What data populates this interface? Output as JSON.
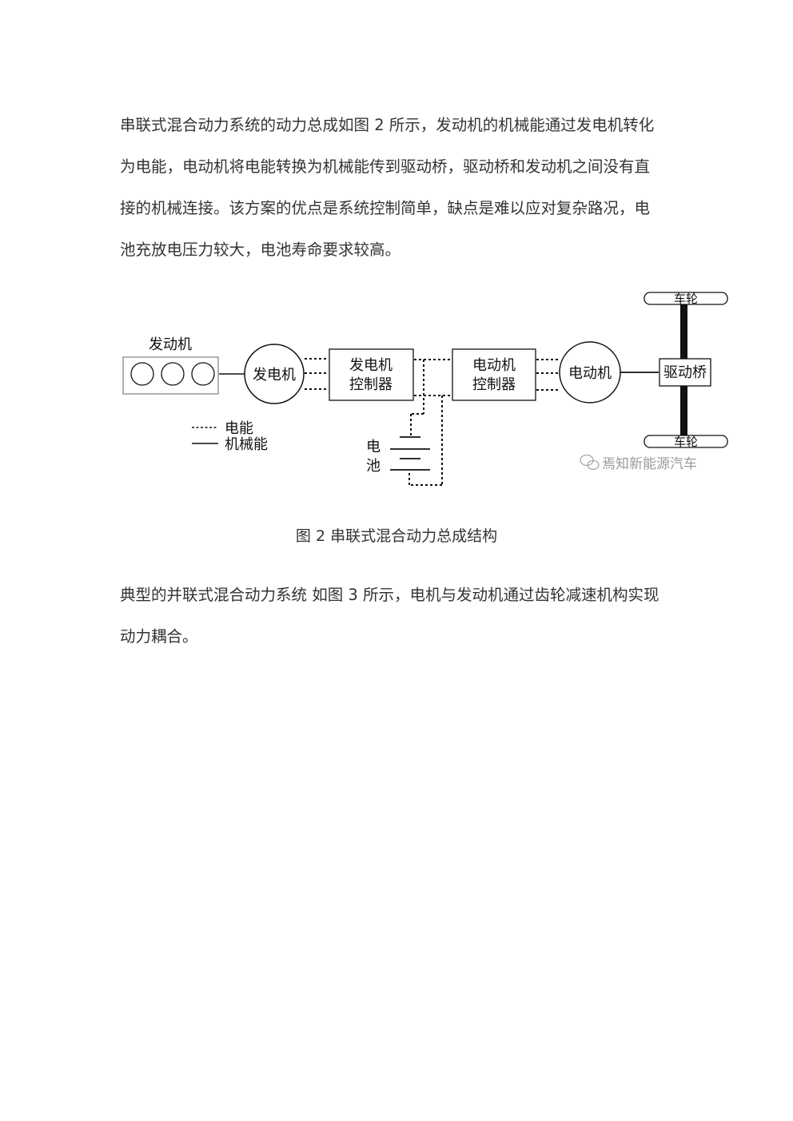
{
  "paragraphs": {
    "p1_lines": [
      "串联式混合动力系统的动力总成如图 2 所示，发动机的机械能通过发电机转化",
      "为电能，电动机将电能转换为机械能传到驱动桥，驱动桥和发动机之间没有直",
      "接的机械连接。该方案的优点是系统控制简单，缺点是难以应对复杂路况，电",
      "池充放电压力较大，电池寿命要求较高。"
    ],
    "p2_lines": [
      "典型的并联式混合动力系统 如图 3 所示，电机与发动机通过齿轮减速机构实现",
      "动力耦合。"
    ]
  },
  "figure": {
    "caption": "图 2 串联式混合动力总成结构",
    "labels": {
      "engine": "发动机",
      "generator": "发电机",
      "gen_controller_line1": "发电机",
      "gen_controller_line2": "控制器",
      "motor_controller_line1": "电动机",
      "motor_controller_line2": "控制器",
      "motor": "电动机",
      "drive_axle": "驱动桥",
      "wheel_top": "车轮",
      "wheel_bottom": "车轮",
      "battery_line1": "电",
      "battery_line2": "池",
      "legend_electric": "电能",
      "legend_mechanical": "机械能",
      "watermark": "焉知新能源汽车"
    },
    "icons": [
      "wechat-icon"
    ]
  }
}
